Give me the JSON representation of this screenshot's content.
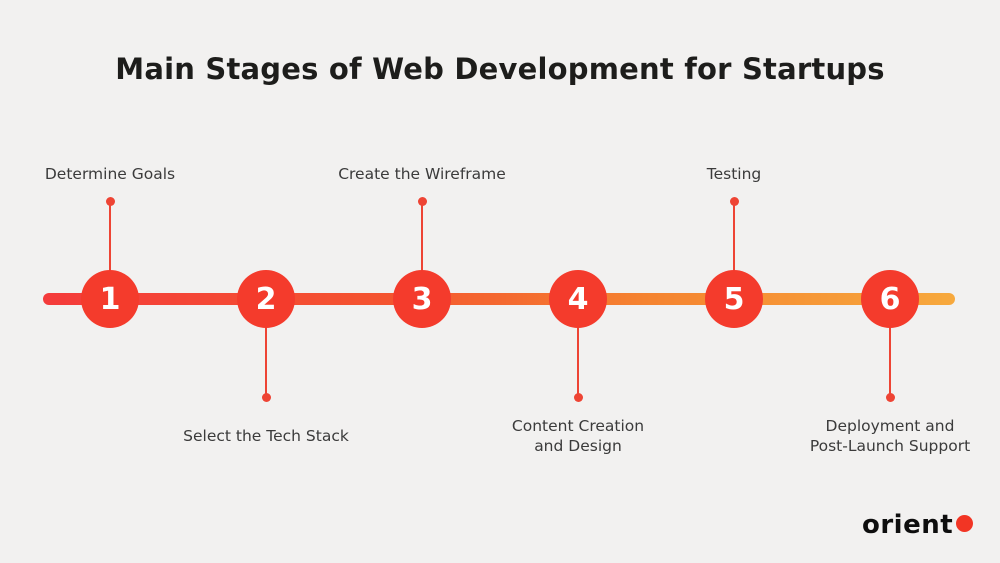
{
  "title": "Main Stages of Web Development for Startups",
  "stages": [
    {
      "number": "1",
      "label": "Determine Goals",
      "position": "above"
    },
    {
      "number": "2",
      "label": "Select the Tech Stack",
      "position": "below"
    },
    {
      "number": "3",
      "label": "Create the Wireframe",
      "position": "above"
    },
    {
      "number": "4",
      "label": "Content Creation\nand Design",
      "position": "below"
    },
    {
      "number": "5",
      "label": "Testing",
      "position": "above"
    },
    {
      "number": "6",
      "label": "Deployment and\nPost-Launch Support",
      "position": "below"
    }
  ],
  "logo": {
    "text": "orient"
  },
  "colors": {
    "background": "#f2f1f0",
    "node_red": "#f43b2c",
    "connector_red": "#ee4434",
    "line_gradient_start": "#f43b3b",
    "line_gradient_mid1": "#f4542f",
    "line_gradient_mid2": "#f58330",
    "line_gradient_end": "#f7a93d",
    "logo_dot_red": "#f23524"
  }
}
